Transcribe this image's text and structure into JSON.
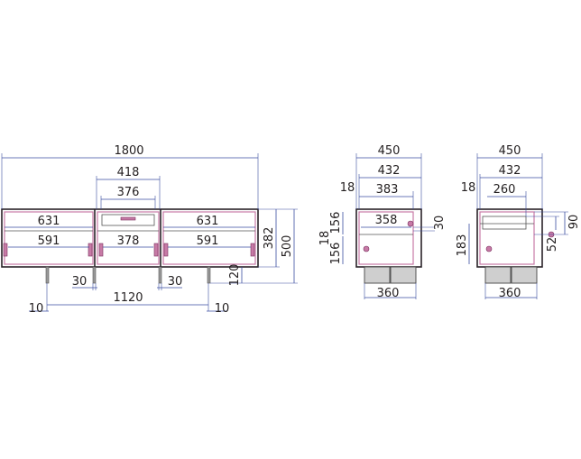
{
  "front_view": {
    "overall_width": "1800",
    "center_outer": "418",
    "center_inner": "376",
    "left_upper": "631",
    "left_lower": "591",
    "center_lower": "378",
    "right_upper": "631",
    "right_lower": "591",
    "inner_height": "382",
    "overall_height": "500",
    "leg_height": "120",
    "leg_inset_left": "30",
    "leg_inset_right": "30",
    "leg_span": "1120",
    "leg_dia_left": "10",
    "leg_dia_right": "10"
  },
  "side_view_a": {
    "depth_overall": "450",
    "depth_inner": "432",
    "top_thick": "18",
    "shelf_depth": "383",
    "upper_height": "156",
    "mid_gap": "18",
    "lower_height": "156",
    "drawer_depth": "358",
    "drawer_gap": "30",
    "base_depth": "360"
  },
  "side_view_b": {
    "depth_overall": "450",
    "depth_inner": "432",
    "top_thick": "18",
    "shelf_depth": "260",
    "lower_height": "183",
    "opening_height": "90",
    "shelf_height": "52",
    "base_depth": "360"
  }
}
